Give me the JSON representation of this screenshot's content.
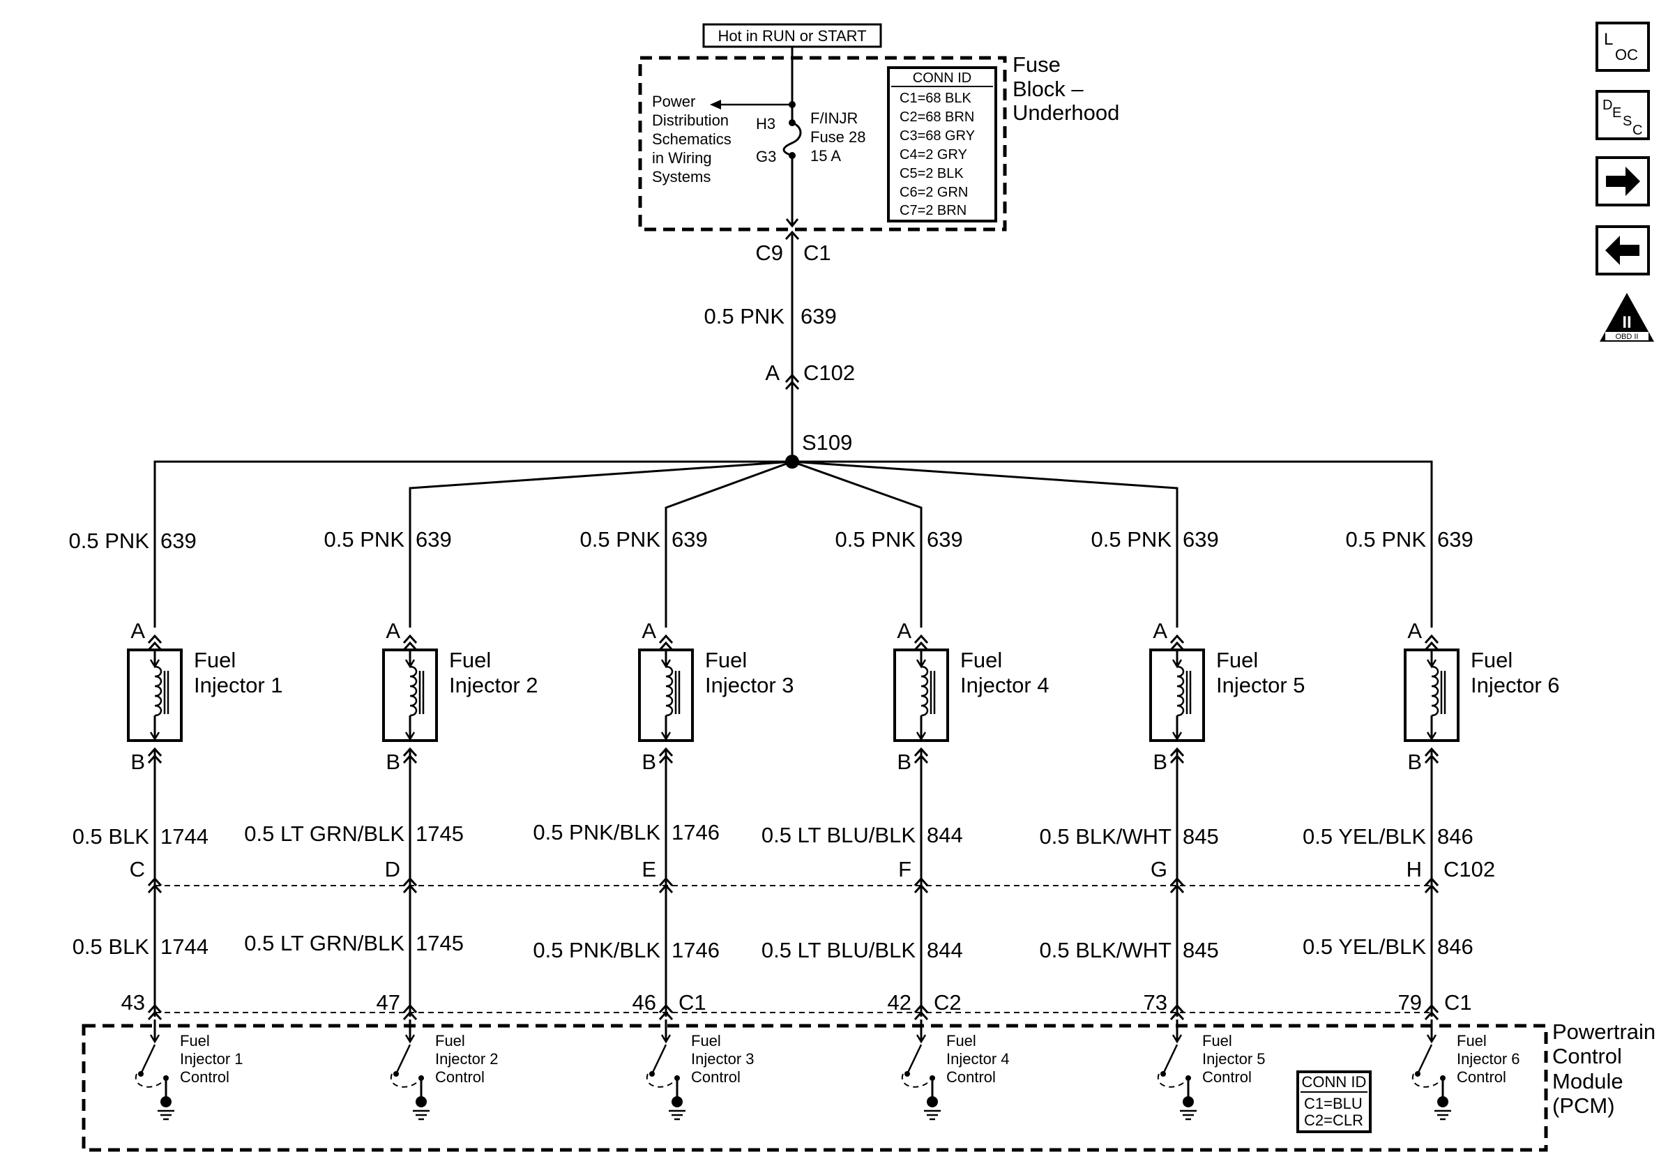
{
  "header": {
    "hot_label": "Hot in RUN or START"
  },
  "fuse_block": {
    "name_line1": "Fuse",
    "name_line2": "Block –",
    "name_line3": "Underhood",
    "power_ref": [
      "Power",
      "Distribution",
      "Schematics",
      "in Wiring",
      "Systems"
    ],
    "term_top": "H3",
    "term_bottom": "G3",
    "fuse_line1": "F/INJR",
    "fuse_line2": "Fuse 28",
    "fuse_line3": "15 A",
    "conn_id_title": "CONN ID",
    "conn_ids": [
      "C1=68 BLK",
      "C2=68 BRN",
      "C3=68 GRY",
      "C4=2 GRY",
      "C5=2 BLK",
      "C6=2 GRN",
      "C7=2 BRN"
    ],
    "out_pin": "C9",
    "out_conn": "C1"
  },
  "feed": {
    "wire_label": "0.5 PNK",
    "circuit": "639",
    "c102_pin": "A",
    "c102_label": "C102",
    "splice": "S109"
  },
  "injectors": [
    {
      "name1": "Fuel",
      "name2": "Injector 1",
      "pin_a": "A",
      "pin_b": "B",
      "feed_wire": "0.5 PNK",
      "feed_circuit": "639",
      "ctrl_wire": "0.5 BLK",
      "ctrl_circuit": "1744",
      "c102_pin": "C",
      "pcm_pin": "43",
      "pcm_conn": "",
      "pcm_label": [
        "Fuel",
        "Injector 1",
        "Control"
      ]
    },
    {
      "name1": "Fuel",
      "name2": "Injector 2",
      "pin_a": "A",
      "pin_b": "B",
      "feed_wire": "0.5 PNK",
      "feed_circuit": "639",
      "ctrl_wire": "0.5 LT GRN/BLK",
      "ctrl_circuit": "1745",
      "c102_pin": "D",
      "pcm_pin": "47",
      "pcm_conn": "",
      "pcm_label": [
        "Fuel",
        "Injector 2",
        "Control"
      ]
    },
    {
      "name1": "Fuel",
      "name2": "Injector 3",
      "pin_a": "A",
      "pin_b": "B",
      "feed_wire": "0.5 PNK",
      "feed_circuit": "639",
      "ctrl_wire": "0.5 PNK/BLK",
      "ctrl_circuit": "1746",
      "c102_pin": "E",
      "pcm_pin": "46",
      "pcm_conn": "C1",
      "pcm_label": [
        "Fuel",
        "Injector 3",
        "Control"
      ]
    },
    {
      "name1": "Fuel",
      "name2": "Injector 4",
      "pin_a": "A",
      "pin_b": "B",
      "feed_wire": "0.5 PNK",
      "feed_circuit": "639",
      "ctrl_wire": "0.5 LT BLU/BLK",
      "ctrl_circuit": "844",
      "c102_pin": "F",
      "pcm_pin": "42",
      "pcm_conn": "C2",
      "pcm_label": [
        "Fuel",
        "Injector 4",
        "Control"
      ]
    },
    {
      "name1": "Fuel",
      "name2": "Injector 5",
      "pin_a": "A",
      "pin_b": "B",
      "feed_wire": "0.5 PNK",
      "feed_circuit": "639",
      "ctrl_wire": "0.5 BLK/WHT",
      "ctrl_circuit": "845",
      "c102_pin": "G",
      "pcm_pin": "73",
      "pcm_conn": "",
      "pcm_label": [
        "Fuel",
        "Injector 5",
        "Control"
      ]
    },
    {
      "name1": "Fuel",
      "name2": "Injector 6",
      "pin_a": "A",
      "pin_b": "B",
      "feed_wire": "0.5 PNK",
      "feed_circuit": "639",
      "ctrl_wire": "0.5 YEL/BLK",
      "ctrl_circuit": "846",
      "c102_pin": "H",
      "pcm_pin": "79",
      "pcm_conn": "C1",
      "pcm_label": [
        "Fuel",
        "Injector 6",
        "Control"
      ]
    }
  ],
  "c102_row_label": "C102",
  "pcm": {
    "name": [
      "Powertrain",
      "Control",
      "Module",
      "(PCM)"
    ],
    "conn_id_title": "CONN ID",
    "conn_ids": [
      "C1=BLU",
      "C2=CLR"
    ]
  },
  "nav": {
    "loc_main": "L",
    "loc_sub": "OC",
    "desc_main": "D",
    "desc_mid": "E",
    "desc_sub1": "S",
    "desc_sub2": "C",
    "obd_numeral": "II",
    "obd_text": "OBD II",
    "icons": [
      "location-icon",
      "description-icon",
      "arrow-right-icon",
      "arrow-left-icon",
      "obd-ii-icon"
    ]
  }
}
